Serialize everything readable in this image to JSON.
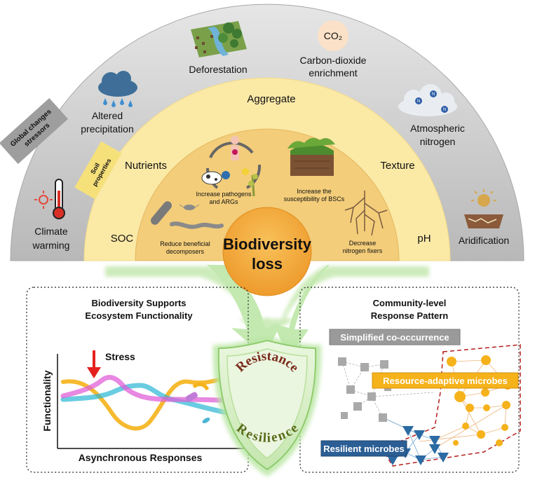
{
  "outer_ring": {
    "section_label": [
      "Global changes",
      "stressors"
    ],
    "stressors": [
      {
        "label": [
          "Climate",
          "warming"
        ],
        "icon": "thermometer-icon"
      },
      {
        "label": [
          "Altered",
          "precipitation"
        ],
        "icon": "rain-cloud-icon"
      },
      {
        "label": [
          "Deforestation"
        ],
        "icon": "deforestation-icon"
      },
      {
        "label": [
          "Carbon-dioxide",
          "enrichment"
        ],
        "icon": "co2-icon",
        "icon_text": "CO₂"
      },
      {
        "label": [
          "Atmospheric",
          "nitrogen"
        ],
        "icon": "nitrogen-cloud-icon"
      },
      {
        "label": [
          "Aridification"
        ],
        "icon": "sun-dry-soil-icon"
      }
    ]
  },
  "middle_ring": {
    "section_label": [
      "Soil",
      "properties"
    ],
    "properties": [
      "SOC",
      "Nutrients",
      "Aggregate",
      "Texture",
      "pH"
    ]
  },
  "inner_ring": {
    "effects": [
      {
        "label": [
          "Reduce  beneficial",
          "decomposers"
        ],
        "icon": "bacteria-icon"
      },
      {
        "label": [
          "Increase pathogens",
          "and ARGs"
        ],
        "icon": "pathogen-cycle-icon"
      },
      {
        "label": [
          "Increase the",
          "susceptibility of BSCs"
        ],
        "icon": "moss-soil-icon"
      },
      {
        "label": [
          "Decrease",
          "nitrogen fixers"
        ],
        "icon": "roots-icon"
      }
    ]
  },
  "center": {
    "label": [
      "Biodiversity",
      "loss"
    ]
  },
  "left_panel": {
    "title": [
      "Biodiversity Supports",
      "Ecosystem Functionality"
    ],
    "stress_label": "Stress",
    "y_label": "Functionality",
    "x_label": "Asynchronous Responses"
  },
  "shield": {
    "top_word": "Resistance",
    "bottom_word": "Resilience"
  },
  "right_panel": {
    "title": [
      "Community-level",
      "Response Pattern"
    ],
    "labels": {
      "simplified": "Simplified co-occurrence",
      "resource": "Resource-adaptive microbes",
      "resilient": "Resilient microbes"
    }
  },
  "colors": {
    "outer_ring": "#bdbdbd",
    "middle_ring": "#fbe9a6",
    "inner_ring": "#f3cd7a",
    "center": "#f2a83a",
    "arrow": "#b9e6a3",
    "shield": "#d7efc6",
    "orange_nodes": "#f5b21a",
    "blue_nodes": "#2b6aa3",
    "gray_nodes": "#a9a9a9",
    "stress_arrow": "#e4211e"
  }
}
